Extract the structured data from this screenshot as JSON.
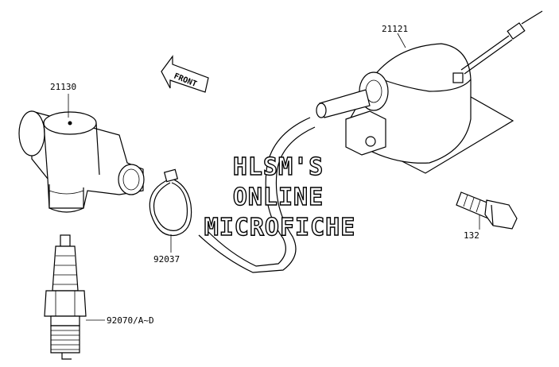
{
  "direction_marker": "FRONT",
  "watermark": [
    "HLSM'S",
    "ONLINE",
    "MICROFICHE"
  ],
  "parts": [
    {
      "number": "21130"
    },
    {
      "number": "21121"
    },
    {
      "number": "92037"
    },
    {
      "number": "132"
    },
    {
      "number": "92070/A~D"
    }
  ]
}
